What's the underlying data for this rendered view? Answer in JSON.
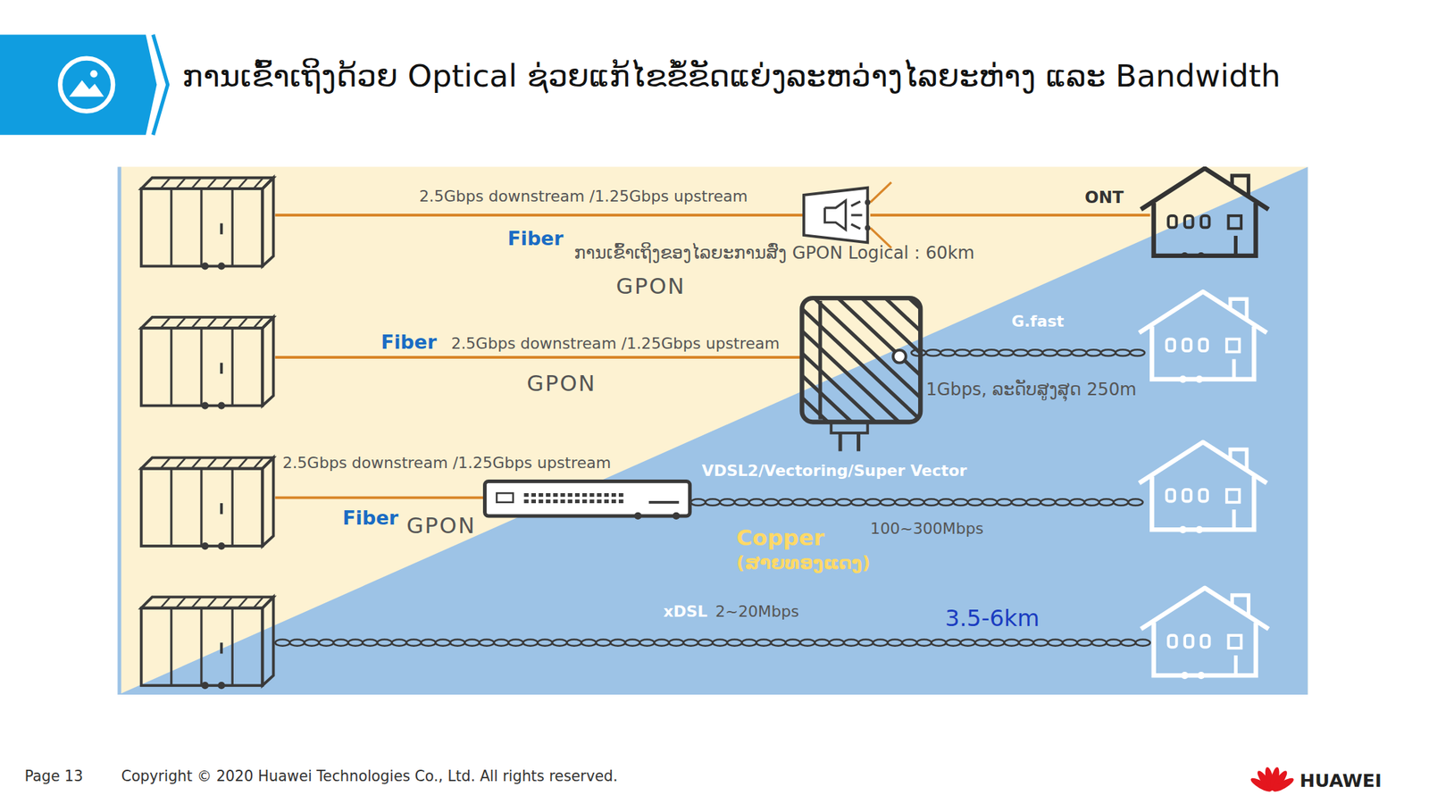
{
  "diagram": {
    "title": "ການເຂົ້າເຖິງດ້ວຍ Optical ຊ່ວຍແກ້ໄຂຂໍ້ຂັດແຍ່ງລະຫວ່າງໄລຍະຫ່າງ ແລະ Bandwidth",
    "nodes": [
      {
        "text": [
          "ONT"
        ]
      }
    ],
    "labels": [
      "2.5Gbps downstream /1.25Gbps upstream",
      "Fiber",
      "ການເຂົ້າເຖິງຂອງໄລຍະການສົ່ງ GPON Logical : 60km",
      "GPON",
      "G.fast",
      "Fiber",
      "2.5Gbps downstream /1.25Gbps upstream",
      "GPON",
      "1Gbps, ລະດັບສູງສຸດ 250m",
      "2.5Gbps downstream /1.25Gbps upstream",
      "VDSL2/Vectoring/Super Vector",
      "Fiber",
      "GPON",
      "Copper",
      "(ສາຍທອງແດງ)",
      "100~300Mbps",
      "xDSL",
      "2~20Mbps",
      "3.5-6km",
      "Page 13",
      "Copyright © 2020 Huawei Technologies Co., Ltd. All rights reserved.",
      "HUAWEI"
    ]
  }
}
